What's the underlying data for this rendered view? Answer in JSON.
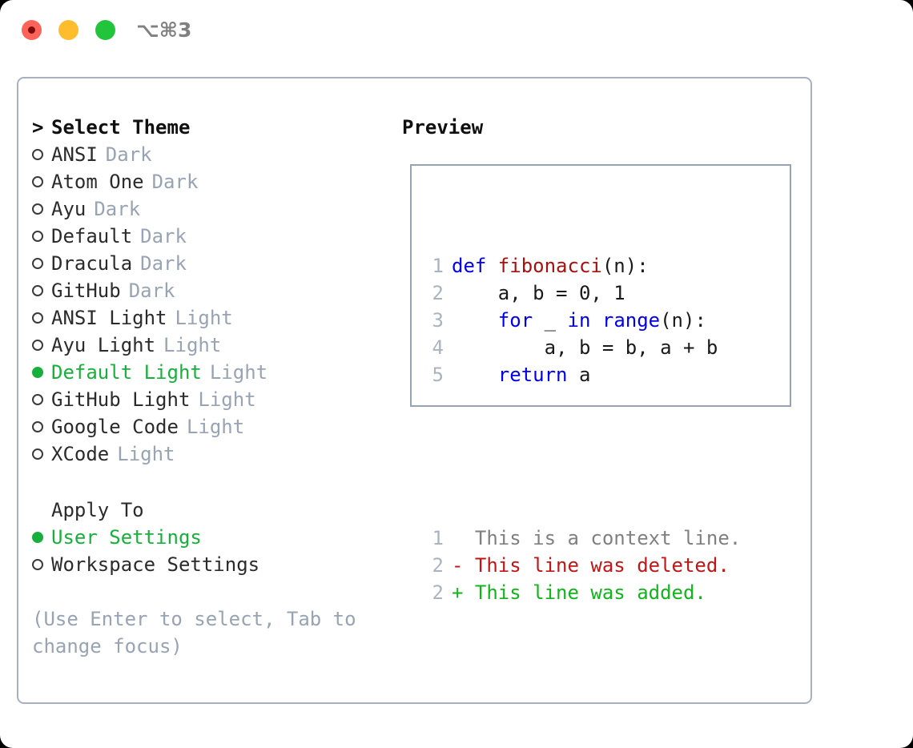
{
  "window": {
    "shortcut": "⌥⌘3",
    "traffic_lights": [
      {
        "name": "close",
        "color": "#ff6259"
      },
      {
        "name": "minimize",
        "color": "#ffbd2e"
      },
      {
        "name": "maximize",
        "color": "#21c43a"
      }
    ]
  },
  "colors": {
    "accent_green": "#19af3c",
    "muted_blue_gray": "#98a3b3",
    "border": "#a7b1c0",
    "keyword_blue": "#0000ee",
    "function_red": "#a81010",
    "diff_delete": "#c01616",
    "diff_add": "#12b41c",
    "context_gray": "#808080"
  },
  "theme_picker": {
    "prompt": ">",
    "title": "Select Theme",
    "items": [
      {
        "label": "ANSI",
        "variant": "Dark",
        "selected": false
      },
      {
        "label": "Atom One",
        "variant": "Dark",
        "selected": false
      },
      {
        "label": "Ayu",
        "variant": "Dark",
        "selected": false
      },
      {
        "label": "Default",
        "variant": "Dark",
        "selected": false
      },
      {
        "label": "Dracula",
        "variant": "Dark",
        "selected": false
      },
      {
        "label": "GitHub",
        "variant": "Dark",
        "selected": false
      },
      {
        "label": "ANSI Light",
        "variant": "Light",
        "selected": false
      },
      {
        "label": "Ayu Light",
        "variant": "Light",
        "selected": false
      },
      {
        "label": "Default Light",
        "variant": "Light",
        "selected": true
      },
      {
        "label": "GitHub Light",
        "variant": "Light",
        "selected": false
      },
      {
        "label": "Google Code",
        "variant": "Light",
        "selected": false
      },
      {
        "label": "XCode",
        "variant": "Light",
        "selected": false
      }
    ]
  },
  "apply_to": {
    "title": "Apply To",
    "items": [
      {
        "label": "User Settings",
        "selected": true
      },
      {
        "label": "Workspace Settings",
        "selected": false
      }
    ]
  },
  "hint": "(Use Enter to select, Tab to change focus)",
  "preview": {
    "title": "Preview",
    "code_lines": [
      {
        "num": "1",
        "tokens": [
          {
            "t": "def ",
            "c": "kw"
          },
          {
            "t": "fibonacci",
            "c": "fn"
          },
          {
            "t": "(n):",
            "c": "plain"
          }
        ]
      },
      {
        "num": "2",
        "tokens": [
          {
            "t": "    a, b = 0, 1",
            "c": "plain"
          }
        ]
      },
      {
        "num": "3",
        "tokens": [
          {
            "t": "    ",
            "c": "plain"
          },
          {
            "t": "for",
            "c": "kw"
          },
          {
            "t": " _ ",
            "c": "plain"
          },
          {
            "t": "in range",
            "c": "kw"
          },
          {
            "t": "(n):",
            "c": "plain"
          }
        ]
      },
      {
        "num": "4",
        "tokens": [
          {
            "t": "        a, b = b, a + b",
            "c": "plain"
          }
        ]
      },
      {
        "num": "5",
        "tokens": [
          {
            "t": "    ",
            "c": "plain"
          },
          {
            "t": "return",
            "c": "kw"
          },
          {
            "t": " a",
            "c": "plain"
          }
        ]
      }
    ],
    "diff_lines": [
      {
        "num": "1",
        "marker": " ",
        "text": "  This is a context line.",
        "cls": "ctx"
      },
      {
        "num": "2",
        "marker": "-",
        "text": "- This line was deleted.",
        "cls": "del"
      },
      {
        "num": "2",
        "marker": "+",
        "text": "+ This line was added.",
        "cls": "add"
      }
    ]
  }
}
